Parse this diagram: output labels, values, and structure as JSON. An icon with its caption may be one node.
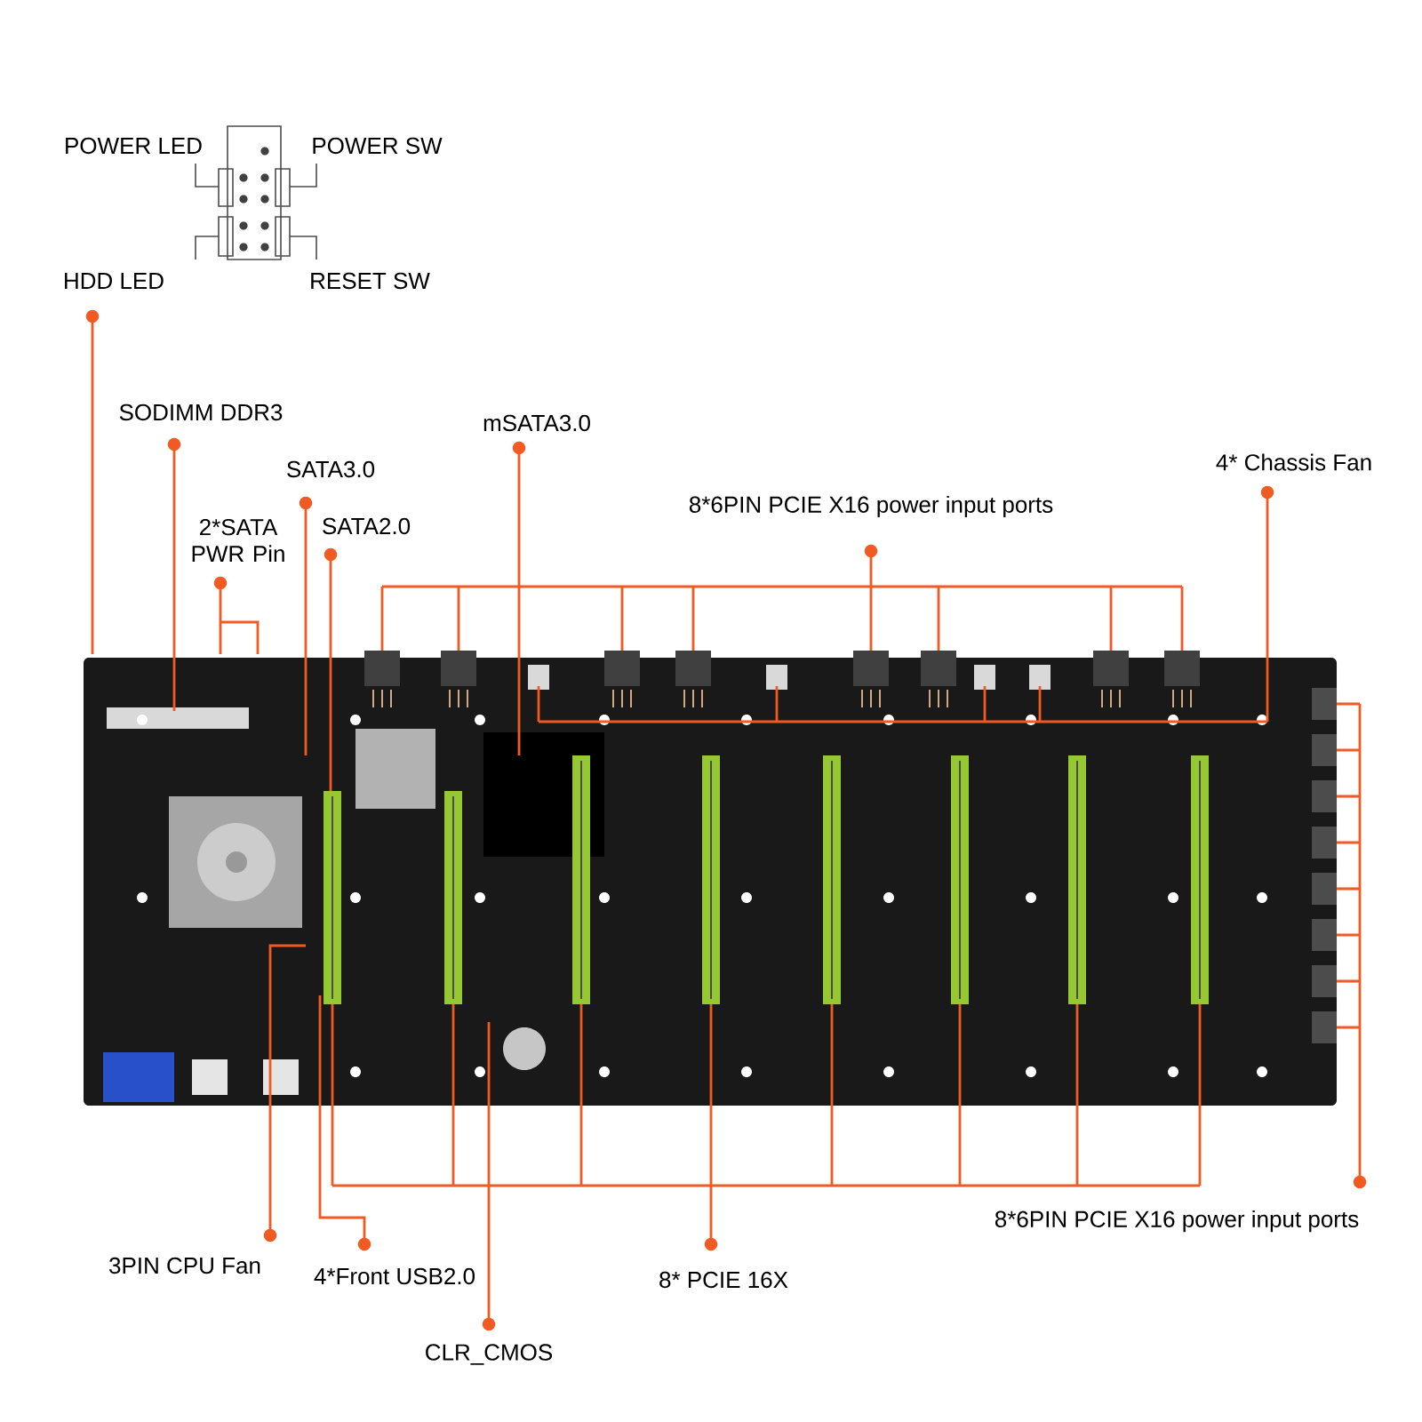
{
  "diagram": {
    "nodes": [
      {
        "text": [
          "HDD LED"
        ]
      },
      {
        "text": [
          "SODIMM DDR3"
        ]
      },
      {
        "text": [
          "SATA3.0"
        ]
      },
      {
        "text": [
          "2*SATA PWR Pin"
        ]
      },
      {
        "text": [
          "SATA2.0"
        ]
      },
      {
        "text": [
          "mSATA3.0"
        ]
      },
      {
        "text": [
          "8*6PIN PCIE X16 power input ports"
        ]
      },
      {
        "text": [
          "4* Chassis Fan"
        ]
      },
      {
        "text": [
          "8*6PIN PCIE X16 power input ports"
        ]
      },
      {
        "text": [
          "3PIN CPU Fan"
        ]
      },
      {
        "text": [
          "4*Front USB2.0"
        ]
      },
      {
        "text": [
          "8* PCIE 16X"
        ]
      },
      {
        "text": [
          "CLR_CMOS"
        ]
      }
    ],
    "edges": [
      {
        "from": 0,
        "to": null,
        "arrow": "other"
      },
      {
        "from": 1,
        "to": null,
        "arrow": "other"
      },
      {
        "from": 2,
        "to": null,
        "arrow": "other"
      },
      {
        "from": 3,
        "to": null,
        "arrow": "other"
      },
      {
        "from": 4,
        "to": null,
        "arrow": "other"
      },
      {
        "from": 5,
        "to": null,
        "arrow": "other"
      },
      {
        "from": 6,
        "to": null,
        "arrow": "other"
      },
      {
        "from": 7,
        "to": null,
        "arrow": "other"
      },
      {
        "from": 8,
        "to": null,
        "arrow": "other"
      },
      {
        "from": 9,
        "to": null,
        "arrow": "other"
      },
      {
        "from": 10,
        "to": null,
        "arrow": "other"
      },
      {
        "from": 11,
        "to": null,
        "arrow": "other"
      },
      {
        "from": 12,
        "to": null,
        "arrow": "other"
      }
    ],
    "labels": [
      "POWER LED",
      "POWER SW",
      "RESET SW"
    ]
  }
}
